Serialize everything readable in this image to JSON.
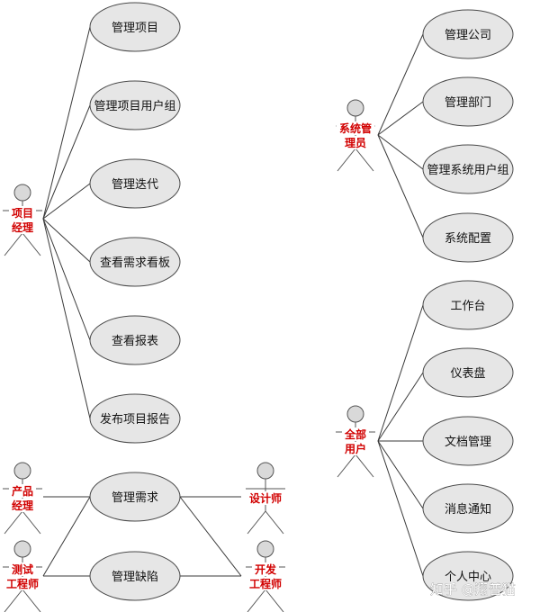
{
  "colors": {
    "actor_label": "#d10000",
    "usecase_fill": "#e6e6e6",
    "usecase_stroke": "#4a4a4a",
    "line": "#3a3a3a"
  },
  "actors": [
    {
      "id": "pm",
      "lines": [
        "项目",
        "经理"
      ]
    },
    {
      "id": "sysadmin",
      "lines": [
        "系统管",
        "理员"
      ]
    },
    {
      "id": "product",
      "lines": [
        "产品",
        "经理"
      ]
    },
    {
      "id": "designer",
      "lines": [
        "设计师"
      ]
    },
    {
      "id": "tester",
      "lines": [
        "测试",
        "工程师"
      ]
    },
    {
      "id": "developer",
      "lines": [
        "开发",
        "工程师"
      ]
    },
    {
      "id": "allusers",
      "lines": [
        "全部",
        "用户"
      ]
    }
  ],
  "usecases": [
    {
      "id": "manage-project",
      "label": "管理项目"
    },
    {
      "id": "manage-project-usergroup",
      "label": "管理项目用户组"
    },
    {
      "id": "manage-iteration",
      "label": "管理迭代"
    },
    {
      "id": "view-requirement-board",
      "label": "查看需求看板"
    },
    {
      "id": "view-report",
      "label": "查看报表"
    },
    {
      "id": "publish-project-report",
      "label": "发布项目报告"
    },
    {
      "id": "manage-requirements",
      "label": "管理需求"
    },
    {
      "id": "manage-defects",
      "label": "管理缺陷"
    },
    {
      "id": "manage-company",
      "label": "管理公司"
    },
    {
      "id": "manage-department",
      "label": "管理部门"
    },
    {
      "id": "manage-system-usergroup",
      "label": "管理系统用户组"
    },
    {
      "id": "system-config",
      "label": "系统配置"
    },
    {
      "id": "workbench",
      "label": "工作台"
    },
    {
      "id": "dashboard",
      "label": "仪表盘"
    },
    {
      "id": "document-management",
      "label": "文档管理"
    },
    {
      "id": "message-notification",
      "label": "消息通知"
    },
    {
      "id": "personal-center",
      "label": "个人中心"
    }
  ],
  "edges": [
    [
      "pm",
      "manage-project"
    ],
    [
      "pm",
      "manage-project-usergroup"
    ],
    [
      "pm",
      "manage-iteration"
    ],
    [
      "pm",
      "view-requirement-board"
    ],
    [
      "pm",
      "view-report"
    ],
    [
      "pm",
      "publish-project-report"
    ],
    [
      "product",
      "manage-requirements"
    ],
    [
      "designer",
      "manage-requirements"
    ],
    [
      "tester",
      "manage-requirements"
    ],
    [
      "tester",
      "manage-defects"
    ],
    [
      "developer",
      "manage-requirements"
    ],
    [
      "developer",
      "manage-defects"
    ],
    [
      "sysadmin",
      "manage-company"
    ],
    [
      "sysadmin",
      "manage-department"
    ],
    [
      "sysadmin",
      "manage-system-usergroup"
    ],
    [
      "sysadmin",
      "system-config"
    ],
    [
      "allusers",
      "workbench"
    ],
    [
      "allusers",
      "dashboard"
    ],
    [
      "allusers",
      "document-management"
    ],
    [
      "allusers",
      "message-notification"
    ],
    [
      "allusers",
      "personal-center"
    ]
  ],
  "watermark": "知乎 @翔普猫"
}
